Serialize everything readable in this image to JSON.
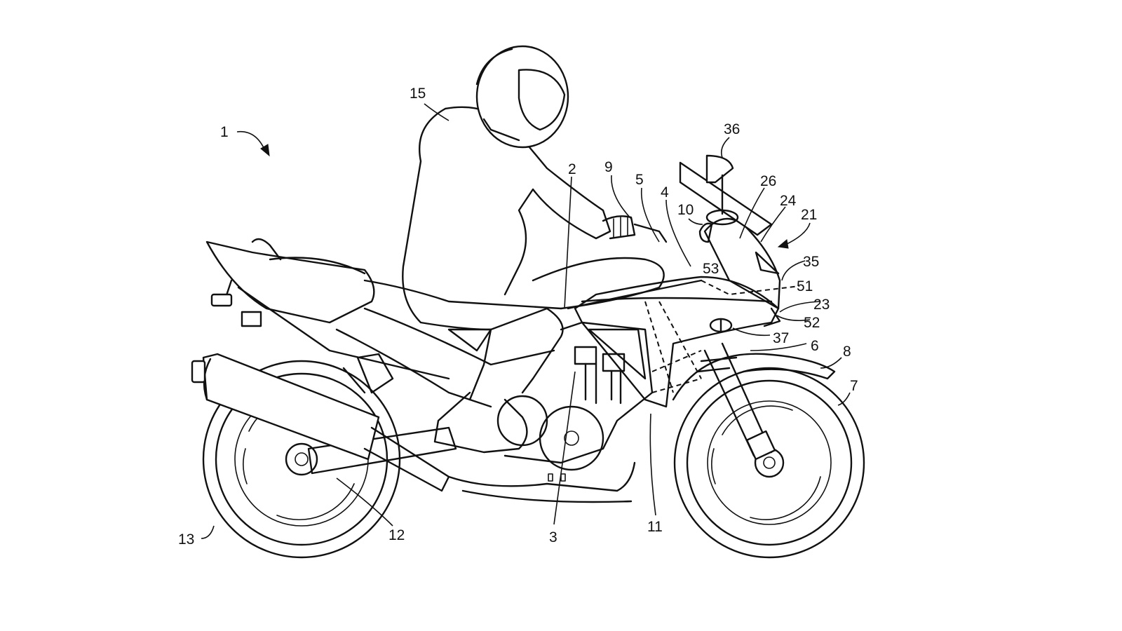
{
  "figure": {
    "reference_labels": {
      "l1": "1",
      "l15": "15",
      "l2": "2",
      "l9": "9",
      "l5": "5",
      "l4": "4",
      "l36": "36",
      "l10": "10",
      "l26": "26",
      "l24": "24",
      "l21": "21",
      "l35": "35",
      "l51": "51",
      "l23": "23",
      "l52": "52",
      "l53": "53",
      "l37": "37",
      "l6": "6",
      "l8": "8",
      "l7": "7",
      "l13": "13",
      "l12": "12",
      "l3": "3",
      "l11": "11"
    }
  }
}
